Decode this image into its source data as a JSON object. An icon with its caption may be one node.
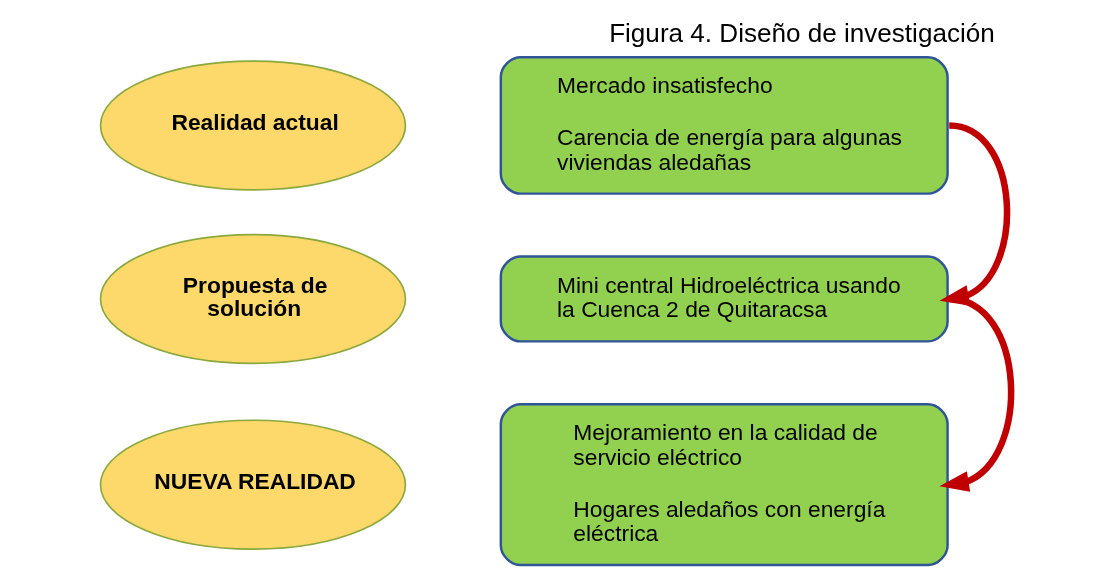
{
  "diagram": {
    "title": "Figura 4. Diseño de investigación",
    "nodes": [
      {
        "text": [
          "Realidad actual"
        ]
      },
      {
        "text": [
          "Mercado insatisfecho",
          "Carencia de energía para algunas viviendas aledañas"
        ]
      },
      {
        "text": [
          "Propuesta de solución"
        ]
      },
      {
        "text": [
          "Mini central Hidroeléctrica usando la Cuenca 2 de Quitaracsa"
        ]
      },
      {
        "text": [
          "NUEVA REALIDAD"
        ]
      },
      {
        "text": [
          "Mejoramiento en la calidad de servicio eléctrico",
          "Hogares aledaños con energía eléctrica"
        ]
      }
    ],
    "edges": [
      {
        "from": 1,
        "to": 3,
        "arrow": "to",
        "color": "#c00000"
      },
      {
        "from": 3,
        "to": 5,
        "arrow": "to",
        "color": "#c00000"
      }
    ]
  }
}
